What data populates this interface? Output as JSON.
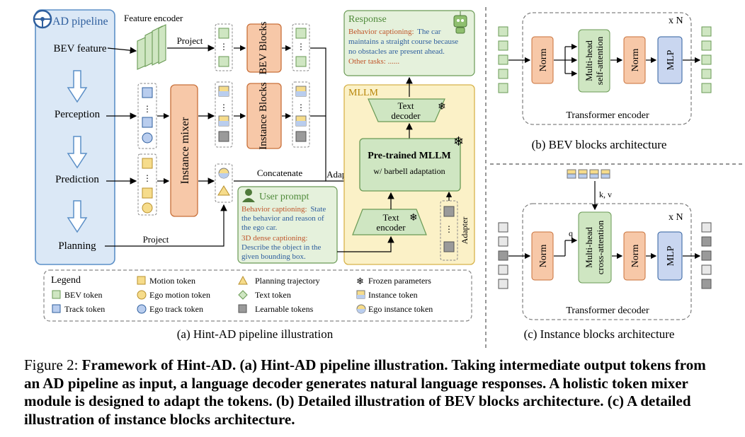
{
  "figure": {
    "pipeline": {
      "title": "AD pipeline",
      "stages": [
        "BEV feature",
        "Perception",
        "Prediction",
        "Planning"
      ]
    },
    "labels": {
      "feature_encoder": "Feature encoder",
      "project_top": "Project",
      "project_bottom": "Project",
      "concatenate": "Concatenate",
      "adapter_mid": "Adapter",
      "adapter_vertical": "Adapter",
      "mllm": "MLLM",
      "bev_blocks": "BEV Blocks",
      "instance_blocks": "Instance Blocks",
      "instance_mixer": "Instance mixer",
      "text_decoder": "Text decoder",
      "text_encoder": "Text encoder",
      "mllm_block_line1": "Pre-trained MLLM",
      "mllm_block_line2": "w/ barbell adaptation"
    },
    "response": {
      "title": "Response",
      "behavior_label": "Behavior captioning:",
      "behavior_text": "The car maintains a straight course because no obstacles are present ahead.",
      "other": "Other tasks: ......"
    },
    "user_prompt": {
      "title": "User prompt",
      "behavior_label": "Behavior captioning:",
      "behavior_text": "State the behavior and reason of the ego car.",
      "dense_label": "3D dense captioning:",
      "dense_text": "Describe the object in the given bounding box."
    },
    "legend": {
      "title": "Legend",
      "items": [
        "BEV token",
        "Track token",
        "Motion token",
        "Ego motion token",
        "Ego track token",
        "Planning trajectory",
        "Text token",
        "Learnable tokens",
        "Frozen parameters",
        "Instance token",
        "Ego instance token"
      ]
    },
    "bev_arch": {
      "repeat": "x N",
      "norm": "Norm",
      "attention": "Multi-head self-attention",
      "mlp": "MLP",
      "container": "Transformer encoder"
    },
    "inst_arch": {
      "repeat": "x N",
      "kv": "k, v",
      "q": "q",
      "norm": "Norm",
      "attention": "Multi-head cross-attention",
      "mlp": "MLP",
      "container": "Transformer decoder"
    },
    "subcaptions": {
      "a": "(a) Hint-AD pipeline illustration",
      "b": "(b) BEV blocks architecture",
      "c": "(c) Instance blocks architecture"
    }
  },
  "caption": {
    "prefix": "Figure 2: ",
    "body": "Framework of Hint-AD. (a) Hint-AD pipeline illustration. Taking intermediate output tokens from an AD pipeline as input, a language decoder generates natural language responses. A holistic token mixer module is designed to adapt the tokens. (b) Detailed illustration of BEV blocks architecture. (c) A detailed illustration of instance blocks architecture."
  },
  "colors": {
    "pipeline_fill": "#dbe8f6",
    "pipeline_stroke": "#5b8fc7",
    "orange_fill": "#f7c8a8",
    "orange_stroke": "#c8703a",
    "green_fill": "#cfe6c2",
    "green_stroke": "#6a9a55",
    "mllm_fill": "#fbf1c7",
    "mllm_stroke": "#d7b24a",
    "blue_fill": "#b9cdee",
    "mlp_fill": "#c9d6f0",
    "yellow_token": "#f6dc8b",
    "gray_token": "#9a9a9a",
    "red_text": "#c0552a",
    "blue_text": "#2f5f9e"
  }
}
